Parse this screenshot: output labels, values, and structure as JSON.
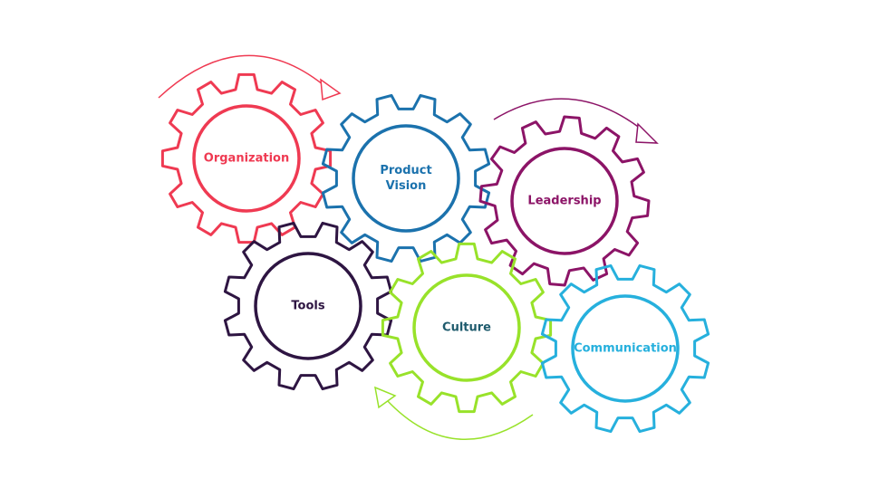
{
  "gears": [
    {
      "label": "Organization",
      "color": "#ef3a52",
      "text_color": "#ef3a52",
      "phase": 0
    },
    {
      "label": "Product\nVision",
      "color": "#1b72ad",
      "text_color": "#1b72ad",
      "phase": 15
    },
    {
      "label": "Leadership",
      "color": "#8c1467",
      "text_color": "#8c1467",
      "phase": 5
    },
    {
      "label": "Tools",
      "color": "#2e1542",
      "text_color": "#2e1542",
      "phase": 15
    },
    {
      "label": "Culture",
      "color": "#98e22a",
      "text_color": "#1f5b6d",
      "phase": 0
    },
    {
      "label": "Communication",
      "color": "#26b0dd",
      "text_color": "#26b0dd",
      "phase": 15
    }
  ],
  "arrows": [
    {
      "color": "#ef3a52"
    },
    {
      "color": "#8c1467"
    },
    {
      "color": "#98e22a"
    }
  ]
}
